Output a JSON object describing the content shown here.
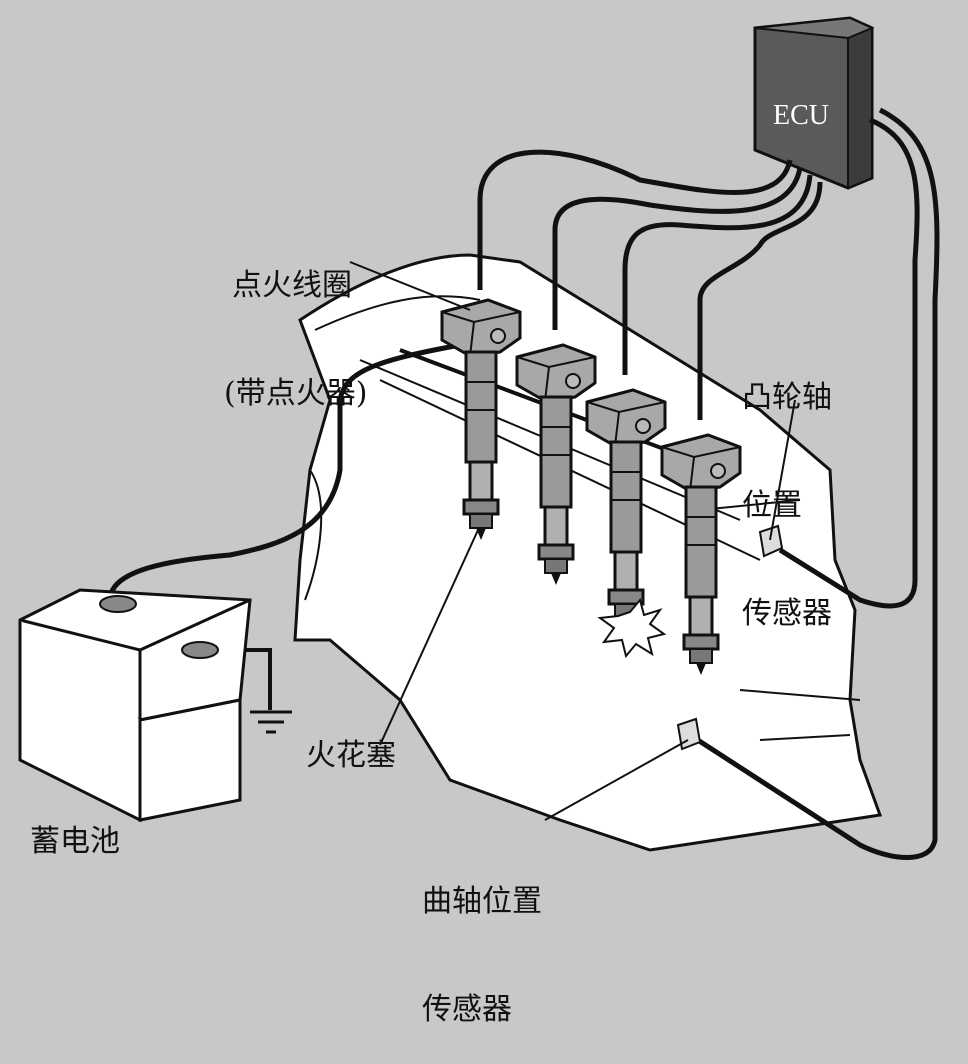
{
  "labels": {
    "ecu": "ECU",
    "ignition_coil_line1": "点火线圈",
    "ignition_coil_line2": "(带点火器)",
    "camshaft_sensor_line1": "凸轮轴",
    "camshaft_sensor_line2": "位置",
    "camshaft_sensor_line3": "传感器",
    "spark_plug": "火花塞",
    "crankshaft_sensor_line1": "曲轴位置",
    "crankshaft_sensor_line2": "传感器",
    "battery": "蓄电池"
  },
  "colors": {
    "background": "#c8c8c8",
    "ecu_box": "#5a5a5a",
    "line": "#111111",
    "engine_fill": "#ffffff",
    "coil_fill": "#9a9a9a"
  },
  "icons": [
    "ecu-box",
    "ignition-coil",
    "spark-plug",
    "sensor-box",
    "battery",
    "ground-symbol",
    "spark-burst"
  ]
}
